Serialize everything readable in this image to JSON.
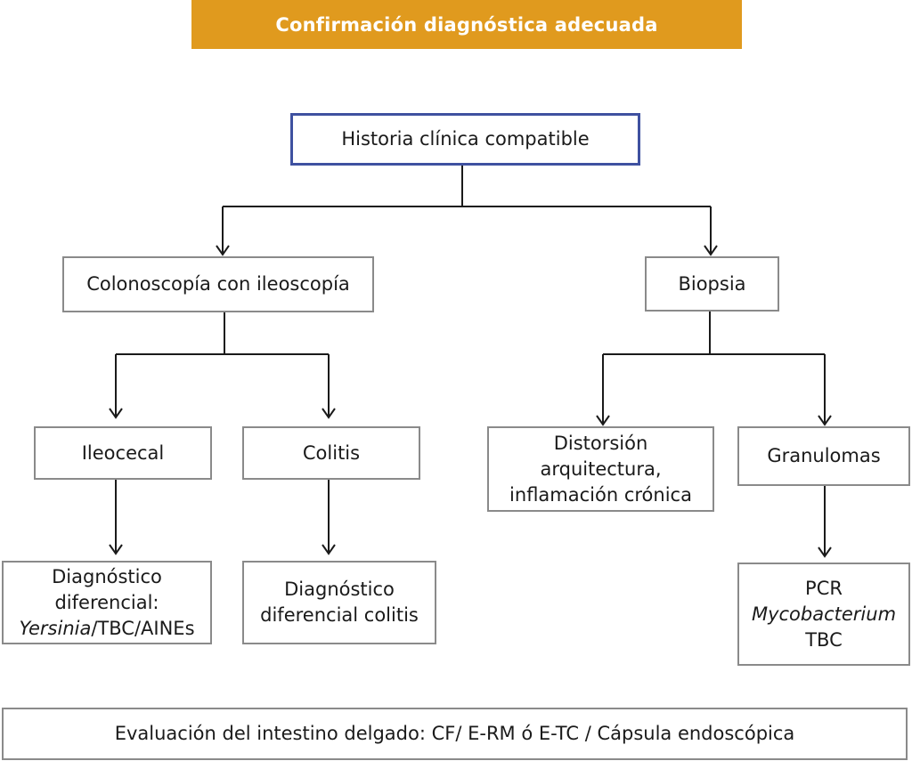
{
  "header": {
    "title": "Confirmación diagnóstica adecuada",
    "color": "#E09A1E"
  },
  "nodes": {
    "history": {
      "lines": [
        "Historia clínica compatible"
      ],
      "border_color": "#3F51A0"
    },
    "colonoscopy": {
      "lines": [
        "Colonoscopía con ileoscopía"
      ]
    },
    "biopsy": {
      "lines": [
        "Biopsia"
      ]
    },
    "ileocecal": {
      "lines": [
        "Ileocecal"
      ]
    },
    "colitis": {
      "lines": [
        "Colitis"
      ]
    },
    "distortion": {
      "lines": [
        "Distorsión",
        "arquitectura,",
        "inflamación crónica"
      ]
    },
    "granulomas": {
      "lines": [
        "Granulomas"
      ]
    },
    "diff_ileocecal": {
      "lines": [
        "Diagnóstico",
        "diferencial:"
      ],
      "italic_part": "Yersinia",
      "rest": "/TBC/AINEs"
    },
    "diff_colitis": {
      "lines": [
        "Diagnóstico",
        "diferencial colitis"
      ]
    },
    "pcr": {
      "line1": "PCR",
      "italic_line": "Mycobacterium",
      "line3": "TBC"
    },
    "small_bowel": {
      "lines": [
        "Evaluación del intestino delgado: CF/ E-RM ó E-TC / Cápsula endoscópica"
      ]
    }
  },
  "edges": [
    {
      "from": "history",
      "to": "colonoscopy"
    },
    {
      "from": "history",
      "to": "biopsy"
    },
    {
      "from": "colonoscopy",
      "to": "ileocecal"
    },
    {
      "from": "colonoscopy",
      "to": "colitis"
    },
    {
      "from": "biopsy",
      "to": "distortion"
    },
    {
      "from": "biopsy",
      "to": "granulomas"
    },
    {
      "from": "ileocecal",
      "to": "diff_ileocecal"
    },
    {
      "from": "colitis",
      "to": "diff_colitis"
    },
    {
      "from": "granulomas",
      "to": "pcr"
    }
  ],
  "colors": {
    "line": "#1a1a1a",
    "box_border": "#8a8a8a"
  }
}
